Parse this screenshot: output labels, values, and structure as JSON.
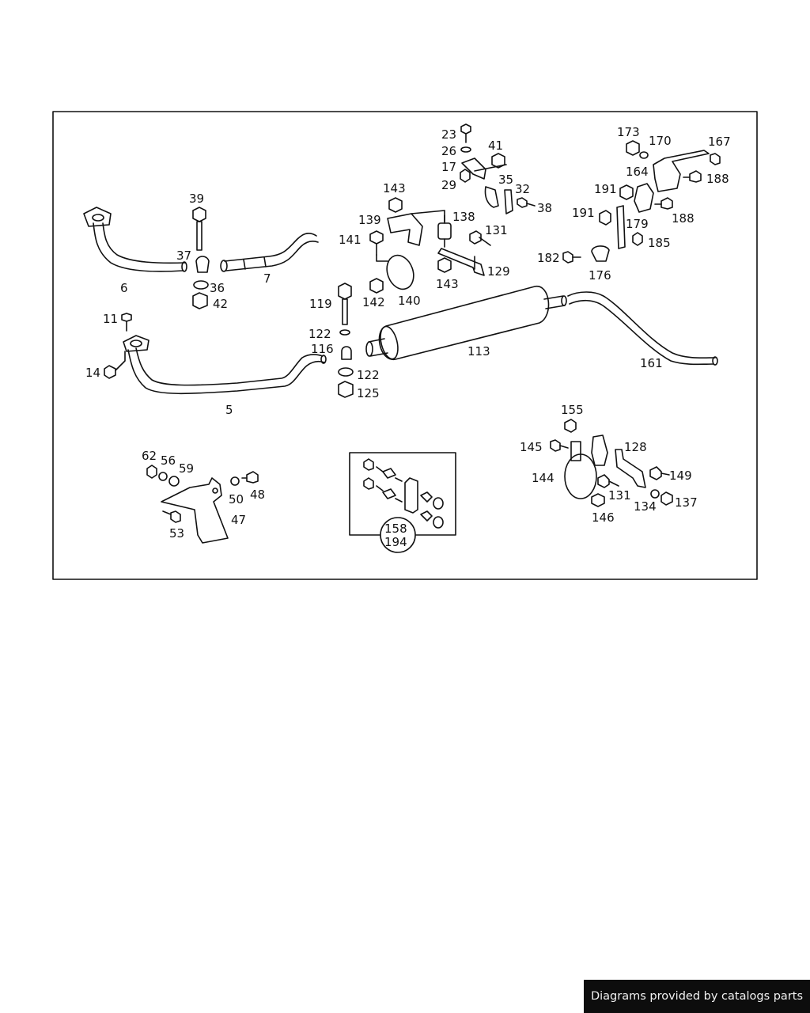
{
  "footer": {
    "text": "Diagrams provided by catalogs parts"
  },
  "colors": {
    "line": "#111111",
    "background": "#ffffff",
    "banner": "#0d0d0d",
    "banner_text": "#f2f2f2"
  },
  "callouts": {
    "c5": "5",
    "c6": "6",
    "c7": "7",
    "c11": "11",
    "c14": "14",
    "c17": "17",
    "c23": "23",
    "c26": "26",
    "c29": "29",
    "c32": "32",
    "c35": "35",
    "c36": "36",
    "c37": "37",
    "c38": "38",
    "c39": "39",
    "c41": "41",
    "c42": "42",
    "c47": "47",
    "c48": "48",
    "c50": "50",
    "c53": "53",
    "c56": "56",
    "c59": "59",
    "c62": "62",
    "c113": "113",
    "c116": "116",
    "c119": "119",
    "c122a": "122",
    "c122b": "122",
    "c125": "125",
    "c128": "128",
    "c129": "129",
    "c131a": "131",
    "c131b": "131",
    "c134": "134",
    "c137": "137",
    "c138": "138",
    "c139": "139",
    "c140": "140",
    "c141": "141",
    "c142": "142",
    "c143a": "143",
    "c143b": "143",
    "c144": "144",
    "c145": "145",
    "c146": "146",
    "c149": "149",
    "c155": "155",
    "c158": "158",
    "c161": "161",
    "c164": "164",
    "c167": "167",
    "c170": "170",
    "c173": "173",
    "c176": "176",
    "c179": "179",
    "c182": "182",
    "c185": "185",
    "c188a": "188",
    "c188b": "188",
    "c191a": "191",
    "c191b": "191",
    "c194": "194"
  }
}
